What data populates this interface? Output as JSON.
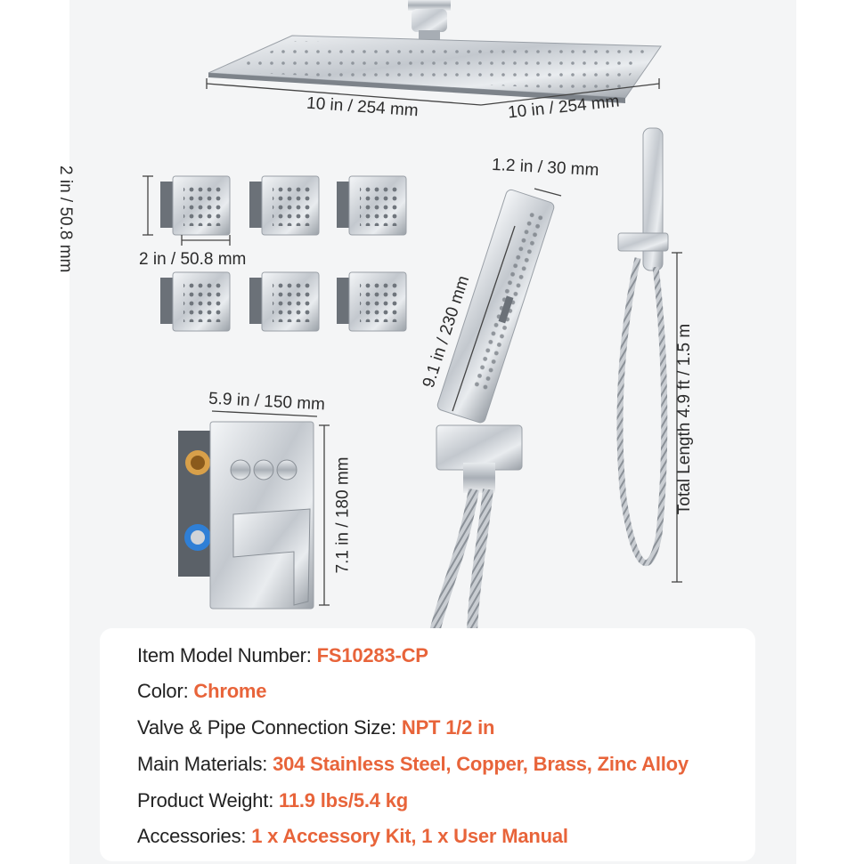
{
  "dimensions": {
    "head_width": "10 in / 254 mm",
    "head_depth": "10 in / 254 mm",
    "jet_height": "2 in / 50.8 mm",
    "jet_width": "2 in / 50.8 mm",
    "handheld_width": "1.2 in / 30 mm",
    "handheld_length": "9.1 in / 230 mm",
    "valve_width": "5.9 in / 150 mm",
    "valve_height": "7.1 in / 180 mm",
    "hose_length": "Total Length 4.9 ft / 1.5 m"
  },
  "specs": [
    {
      "label": "Item Model Number: ",
      "value": "FS10283-CP"
    },
    {
      "label": "Color: ",
      "value": "Chrome"
    },
    {
      "label": "Valve & Pipe Connection Size: ",
      "value": "NPT 1/2 in"
    },
    {
      "label": "Main Materials: ",
      "value": "304 Stainless Steel, Copper, Brass, Zinc Alloy"
    },
    {
      "label": "Product Weight: ",
      "value": "11.9 lbs/5.4 kg"
    },
    {
      "label": "Accessories:  ",
      "value": "1 x Accessory Kit, 1 x User Manual"
    }
  ],
  "colors": {
    "accent": "#e8643a",
    "text": "#222222",
    "chrome": "#c9cdd2"
  }
}
